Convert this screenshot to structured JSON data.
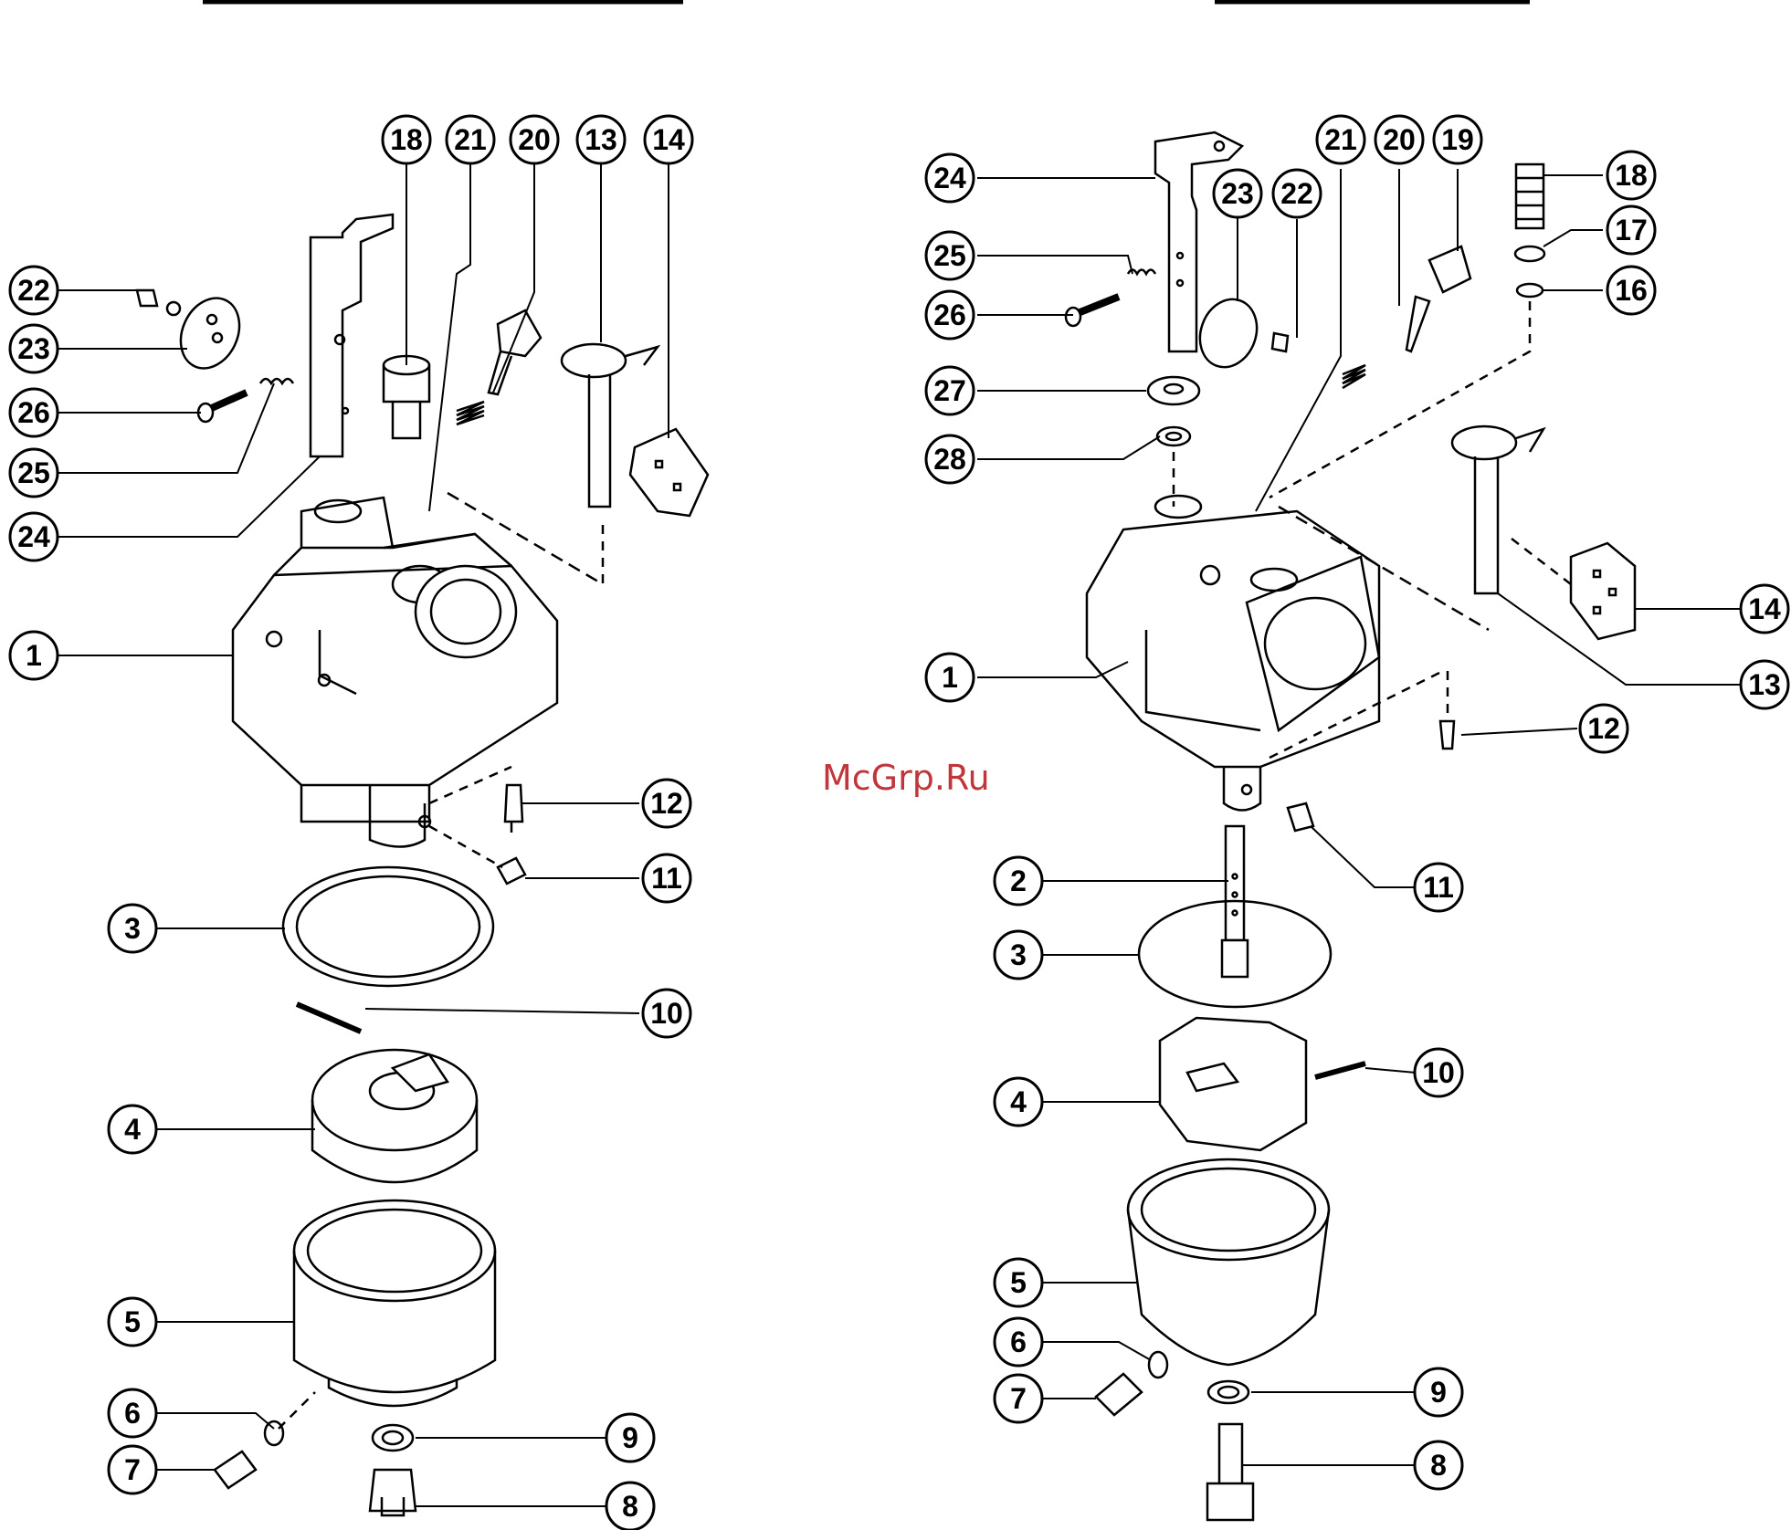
{
  "watermark": "McGrp.Ru",
  "left_callouts": [
    "1",
    "3",
    "4",
    "5",
    "6",
    "7",
    "8",
    "9",
    "10",
    "11",
    "12",
    "13",
    "14",
    "18",
    "20",
    "21",
    "22",
    "23",
    "24",
    "25",
    "26"
  ],
  "right_callouts": [
    "1",
    "2",
    "3",
    "4",
    "5",
    "6",
    "7",
    "8",
    "9",
    "10",
    "11",
    "12",
    "13",
    "14",
    "16",
    "17",
    "18",
    "19",
    "20",
    "21",
    "22",
    "23",
    "24",
    "25",
    "26",
    "27",
    "28"
  ]
}
